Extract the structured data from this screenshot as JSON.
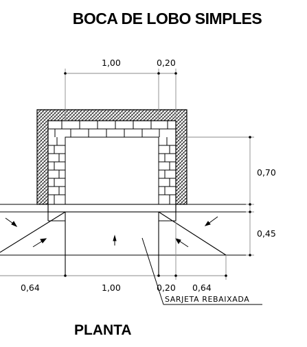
{
  "title": "BOCA DE LOBO SIMPLES",
  "subtitle": "PLANTA",
  "dimensions": {
    "top_width": "1,00",
    "top_wall": "0,20",
    "right_height": "0,70",
    "right_gutter": "0,45",
    "bottom_left": "0,64",
    "bottom_width": "1,00",
    "bottom_wall": "0,20",
    "bottom_right": "0,64"
  },
  "annotation": "SARJETA REBAIXADA"
}
